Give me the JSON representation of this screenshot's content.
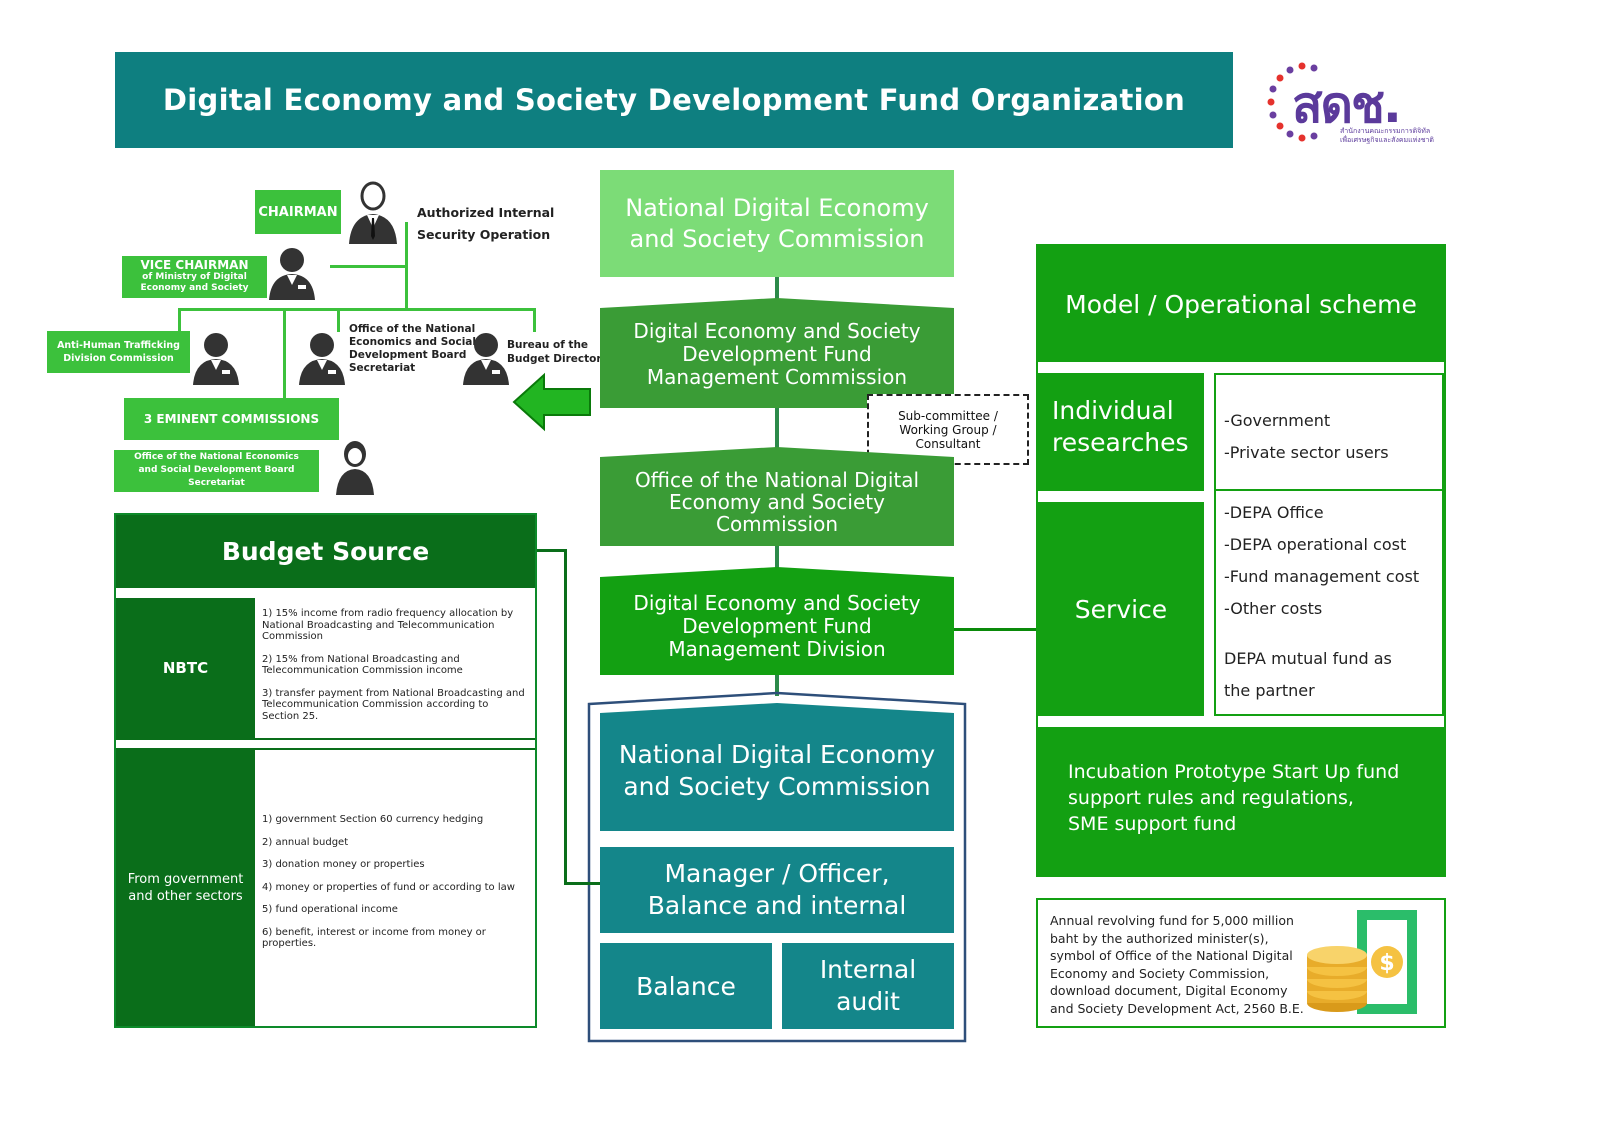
{
  "header": {
    "title": "Digital Economy and Society Development Fund Organization",
    "logo_text": "สดช.",
    "logo_sub_1": "สำนักงานคณะกรรมการดิจิทัล",
    "logo_sub_2": "เพื่อเศรษฐกิจและสังคมแห่งชาติ"
  },
  "colors": {
    "header_teal": "#0e7f80",
    "light_green": "#7cdc77",
    "mid_green": "#3a9c36",
    "bright_green": "#13a012",
    "dark_green": "#0a6e1a",
    "teal_box": "#14868a",
    "label_green": "#3cc13c"
  },
  "org_chart": {
    "chairman": "CHAIRMAN",
    "vice_chairman_title": "VICE CHAIRMAN",
    "vice_chairman_sub_1": "of Ministry of Digital",
    "vice_chairman_sub_2": "Economy and Society",
    "authorized_1": "Authorized Internal",
    "authorized_2": "Security Operation",
    "anti_trafficking_1": "Anti-Human Trafficking",
    "anti_trafficking_2": "Division Commission",
    "office_nesdb_1": "Office of the National",
    "office_nesdb_2": "Economics and Social",
    "office_nesdb_3": "Development Board",
    "office_nesdb_4": "Secretariat",
    "bureau_1": "Bureau of the",
    "bureau_2": "Budget Director",
    "eminent": "3 EMINENT COMMISSIONS",
    "secretariat_1": "Office of the National Economics",
    "secretariat_2": "and Social Development Board",
    "secretariat_3": "Secretariat"
  },
  "center": {
    "commission_1": "National Digital Economy",
    "commission_2": "and Society Commission",
    "fund_mgmt_1": "Digital Economy and Society",
    "fund_mgmt_2": "Development Fund",
    "fund_mgmt_3": "Management Commission",
    "subcommittee_1": "Sub-committee /",
    "subcommittee_2": "Working Group /",
    "subcommittee_3": "Consultant",
    "office_1": "Office of the National Digital",
    "office_2": "Economy and Society",
    "office_3": "Commission",
    "division_1": "Digital Economy and Society",
    "division_2": "Development Fund",
    "division_3": "Management Division",
    "teal_commission_1": "National Digital Economy",
    "teal_commission_2": "and Society Commission",
    "manager_1": "Manager / Officer,",
    "manager_2": "Balance and internal",
    "balance": "Balance",
    "audit_1": "Internal",
    "audit_2": "audit"
  },
  "budget": {
    "title": "Budget Source",
    "nbtc_label": "NBTC",
    "nbtc_items": [
      "1) 15% income from radio frequency allocation by National Broadcasting and Telecommunication Commission",
      "2) 15% from National Broadcasting and Telecommunication Commission income",
      "3) transfer payment from National Broadcasting and Telecommunication Commission according to Section 25."
    ],
    "gov_label_1": "From government",
    "gov_label_2": "and other sectors",
    "gov_items": [
      "1) government Section 60 currency hedging",
      "2) annual budget",
      "3) donation money or properties",
      "4) money or properties of fund or according to law",
      "5) fund operational income",
      "6) benefit, interest or income from money or properties."
    ]
  },
  "model": {
    "title": "Model / Operational scheme",
    "individual_1": "Individual",
    "individual_2": "researches",
    "individual_items": [
      "-Government",
      "-Private sector users"
    ],
    "service": "Service",
    "service_items": [
      "-DEPA Office",
      "-DEPA operational cost",
      "-Fund management cost",
      "-Other costs"
    ],
    "service_note_1": "DEPA mutual fund as",
    "service_note_2": "the partner",
    "incubation_1": "Incubation Prototype Start Up fund",
    "incubation_2": "support rules and regulations,",
    "incubation_3": "SME support fund",
    "annual_1": "Annual revolving fund for 5,000 million",
    "annual_2": "baht by the authorized minister(s),",
    "annual_3": "symbol of Office of the National Digital",
    "annual_4": "Economy and Society Commission,",
    "annual_5": "download document, Digital Economy",
    "annual_6": "and Society Development Act, 2560 B.E."
  }
}
